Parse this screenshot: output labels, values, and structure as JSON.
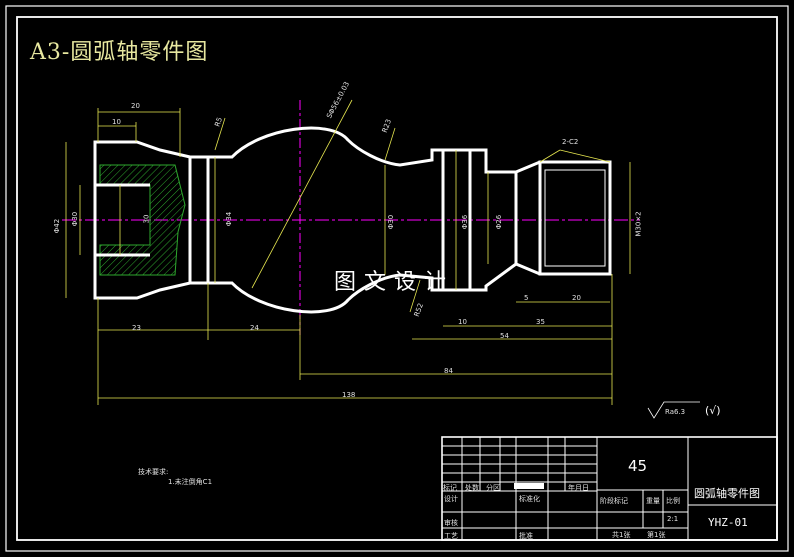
{
  "drawing": {
    "title": "A3-圆弧轴零件图",
    "watermark": "图文设计",
    "tech_req_title": "技术要求:",
    "tech_req_item": "1.未注倒角C1",
    "dimensions": {
      "d20_top": "20",
      "d10_top": "10",
      "r5_left": "R5",
      "sphere": "SΦ56±0.03",
      "r23": "R23",
      "chamfer": "2-C2",
      "d42": "Φ42",
      "d30": "Φ30",
      "d30_inner": "30",
      "d34": "Φ34",
      "d30_mid": "Φ30",
      "d36": "Φ36",
      "d26": "Φ26",
      "m30": "M30×2",
      "l23": "23",
      "l24": "24",
      "r52": "R52",
      "l10": "10",
      "l5": "5",
      "l20": "20",
      "l35": "35",
      "l54": "54",
      "l84": "84",
      "l138": "138",
      "roughness": "Ra6.3",
      "roughness_other": "(√)"
    },
    "title_block": {
      "material": "45",
      "part_name": "圆弧轴零件图",
      "drawing_no": "YHZ-01",
      "scale": "2:1",
      "labels": {
        "mark": "标记",
        "count": "处数",
        "zone": "分区",
        "date": "年月日",
        "design": "设计",
        "standard": "标准化",
        "stage_mark": "阶段标记",
        "weight": "重量",
        "scale_label": "比例",
        "review": "审核",
        "process": "工艺",
        "approve": "批准",
        "sheets_total": "共1张",
        "sheet_no": "第1张"
      }
    }
  }
}
